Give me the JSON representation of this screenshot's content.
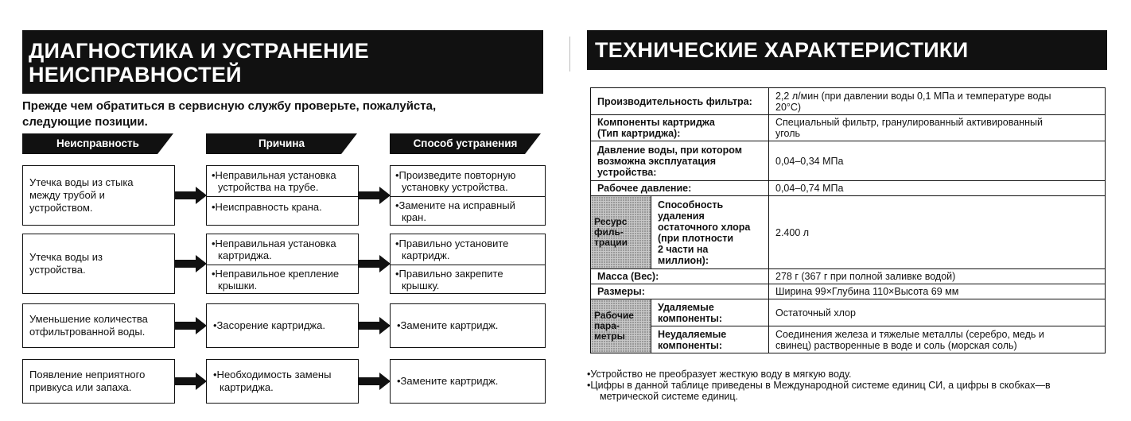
{
  "left": {
    "title": [
      "ДИАГНОСТИКА И УСТРАНЕНИЕ",
      "НЕИСПРАВНОСТЕЙ"
    ],
    "lead": [
      "Прежде чем обратиться в сервисную службу проверьте, пожалуйста,",
      "следующие позиции."
    ],
    "headers": {
      "problem": "Неисправность",
      "cause": "Причина",
      "remedy": "Способ устранения"
    },
    "rows": [
      {
        "problem": [
          "Утечка воды из стыка",
          "между трубой и",
          "устройством."
        ],
        "causes": [
          [
            "•Неправильная установка",
            "устройства на трубе."
          ],
          [
            "•Неисправность крана."
          ]
        ],
        "remedies": [
          [
            "•Произведите повторную",
            "установку устройства."
          ],
          [
            "•Замените на исправный",
            "кран."
          ]
        ]
      },
      {
        "problem": [
          "Утечка воды из",
          "устройства."
        ],
        "causes": [
          [
            "•Неправильная установка",
            "картриджа."
          ],
          [
            "•Неправильное крепление",
            "крышки."
          ]
        ],
        "remedies": [
          [
            "•Правильно установите",
            "картридж."
          ],
          [
            "•Правильно закрепите",
            "крышку."
          ]
        ]
      },
      {
        "problem": [
          "Уменьшение количества",
          "отфильтрованной воды."
        ],
        "causes": [
          [
            "•Засорение картриджа."
          ]
        ],
        "remedies": [
          [
            "•Замените картридж."
          ]
        ]
      },
      {
        "problem": [
          "Появление неприятного",
          "привкуса или запаха."
        ],
        "causes": [
          [
            "•Необходимость замены",
            "картриджа."
          ]
        ],
        "remedies": [
          [
            "•Замените картридж."
          ]
        ]
      }
    ]
  },
  "right": {
    "title": "ТЕХНИЧЕСКИЕ ХАРАКТЕРИСТИКИ",
    "table": {
      "performance": {
        "label": "Производительность фильтра:",
        "value": [
          "2,2 л/мин (при давлении воды 0,1 МПа и температуре воды",
          "20°С)"
        ]
      },
      "cartridge": {
        "label": [
          "Компоненты картриджа",
          "(Тип картриджа):"
        ],
        "value": [
          "Специальный фильтр, гранулированный активированный",
          "уголь"
        ]
      },
      "pressure_install": {
        "label": [
          "Давление воды, при котором",
          "возможна эксплуатация",
          "устройства:"
        ],
        "value": "0,04–0,34 МПа"
      },
      "working_pressure": {
        "label": "Рабочее давление:",
        "value": "0,04–0,74 МПа"
      },
      "resource": {
        "group": [
          "Ресурс",
          "филь-",
          "трации"
        ],
        "label": [
          "Способность",
          "удаления",
          "остаточного хлора",
          "(при плотности",
          "2 части на",
          "миллион):"
        ],
        "value": "2.400 л"
      },
      "mass": {
        "label": "Масса (Вес):",
        "value": "278 г (367 г при полной заливке водой)"
      },
      "dimensions": {
        "label": "Размеры:",
        "value": "Ширина 99×Глубина 110×Высота 69 мм"
      },
      "params": {
        "group": [
          "Рабочие",
          "пара-",
          "метры"
        ],
        "removed_label": [
          "Удаляемые",
          "компоненты:"
        ],
        "removed_value": "Остаточный хлор",
        "not_removed_label": [
          "Неудаляемые",
          "компоненты:"
        ],
        "not_removed_value": [
          "Соединения железа и тяжелые металлы (серебро, медь и",
          "свинец) растворенные в воде и соль (морская соль)"
        ]
      }
    },
    "notes": [
      [
        "•Устройство не преобразует жесткую воду в мягкую воду."
      ],
      [
        "•Цифры в данной таблице приведены в Международной системе единиц СИ, а цифры в скобках—в",
        "метрической системе единиц."
      ]
    ]
  }
}
